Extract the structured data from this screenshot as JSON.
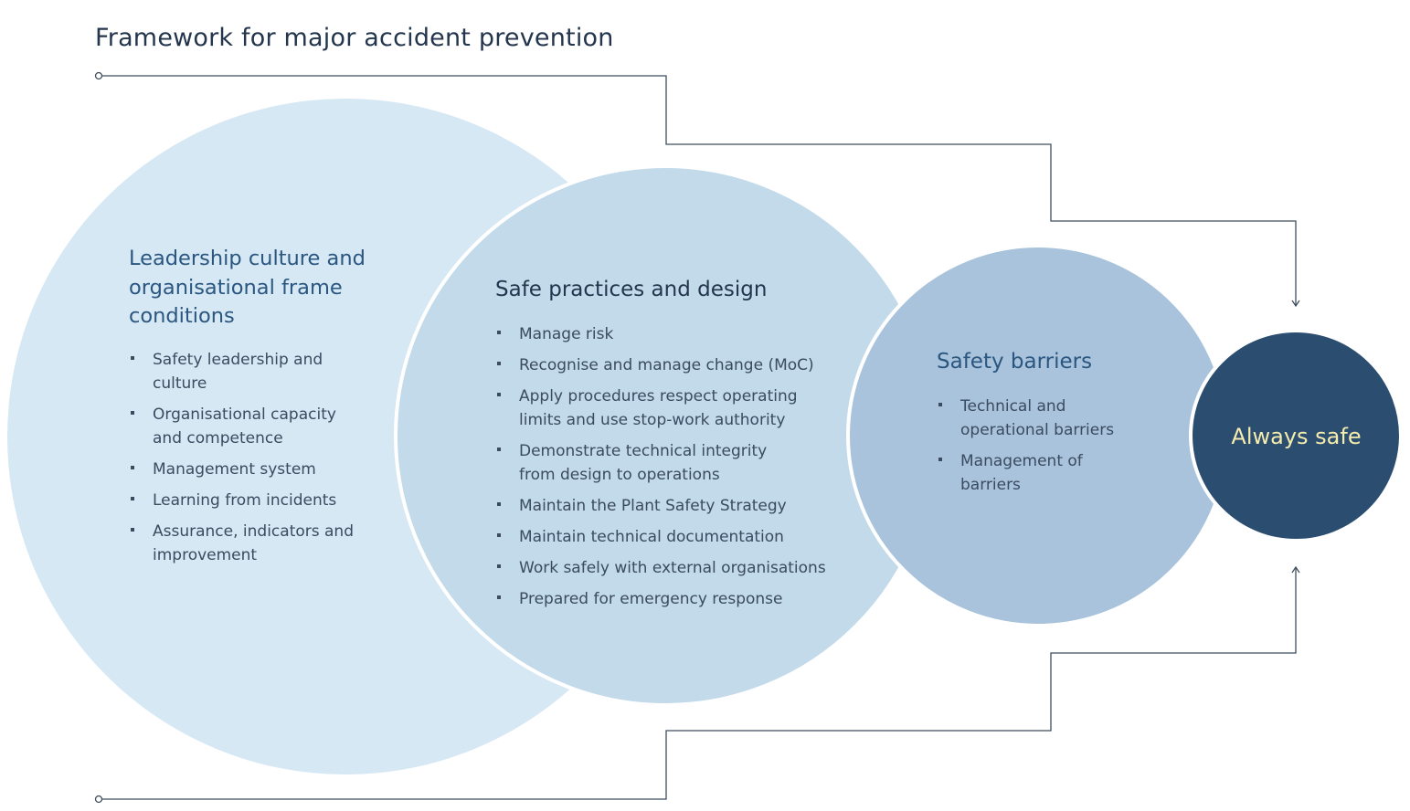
{
  "title": "Framework for major accident prevention",
  "colors": {
    "circle_leadership": "#d6e8f4",
    "circle_practices": "#c2dae9",
    "circle_barriers": "#a8c3db",
    "circle_goal": "#2a4d70",
    "connector_line": "#3f4d5e",
    "goal_text": "#f5ecae"
  },
  "leadership": {
    "heading_lines": [
      "Leadership culture and",
      "organisational frame",
      "conditions"
    ],
    "items": [
      "Safety leadership and culture",
      "Organisational capacity and competence",
      "Management system",
      "Learning from incidents",
      "Assurance, indicators and improvement"
    ]
  },
  "practices": {
    "heading": "Safe practices and design",
    "items": [
      "Manage risk",
      "Recognise and manage change (MoC)",
      "Apply procedures respect operating limits and use stop-work authority",
      "Demonstrate technical integrity from design to operations",
      "Maintain the Plant Safety Strategy",
      "Maintain technical documentation",
      "Work safely with external organisations",
      "Prepared for emergency response"
    ]
  },
  "barriers": {
    "heading": "Safety barriers",
    "items": [
      "Technical and operational barriers",
      "Management of barriers"
    ]
  },
  "goal": {
    "label": "Always safe"
  }
}
